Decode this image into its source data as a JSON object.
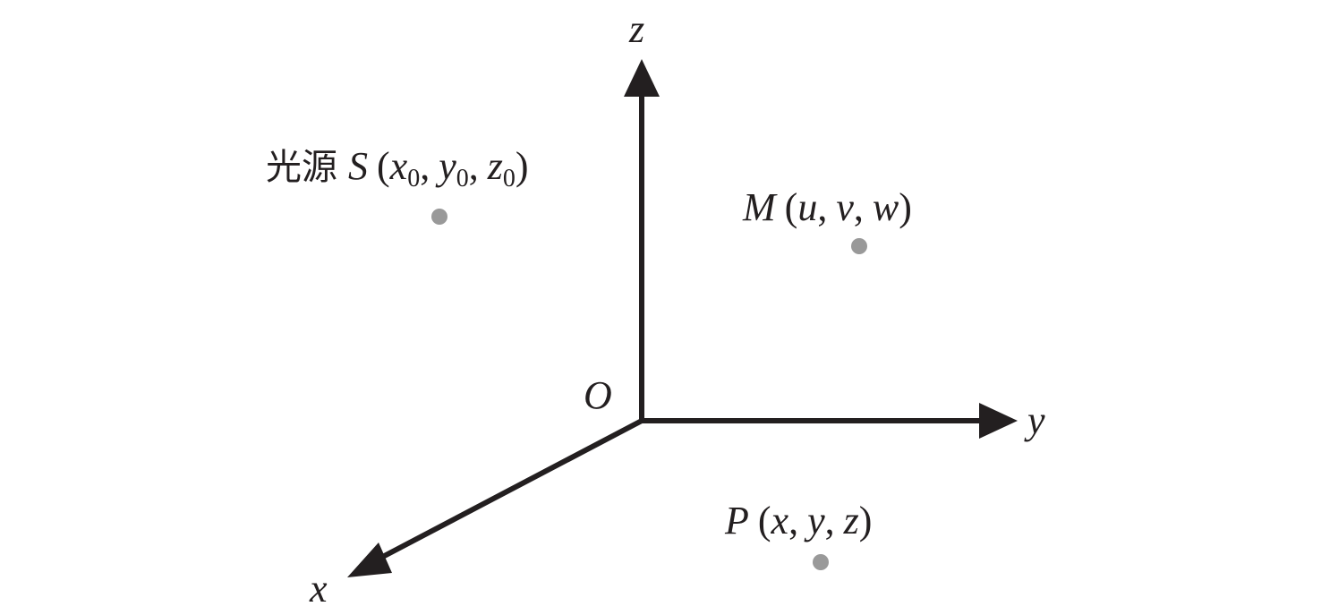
{
  "axes": {
    "origin_label": "O",
    "x_label": "x",
    "y_label": "y",
    "z_label": "z"
  },
  "points": {
    "source": {
      "name_prefix": "光源",
      "symbol": "S",
      "open": "(",
      "c1": "x",
      "c1_sub": "0",
      "sep1": ",",
      "c2": "y",
      "c2_sub": "0",
      "sep2": ",",
      "c3": "z",
      "c3_sub": "0",
      "close": ")"
    },
    "m": {
      "symbol": "M",
      "open": "(",
      "c1": "u",
      "sep1": ",",
      "c2": "v",
      "sep2": ",",
      "c3": "w",
      "close": ")"
    },
    "p": {
      "symbol": "P",
      "open": "(",
      "c1": "x",
      "sep1": ",",
      "c2": "y",
      "sep2": ",",
      "c3": "z",
      "close": ")"
    }
  },
  "colors": {
    "axis": "#231f20",
    "point": "#999999"
  }
}
